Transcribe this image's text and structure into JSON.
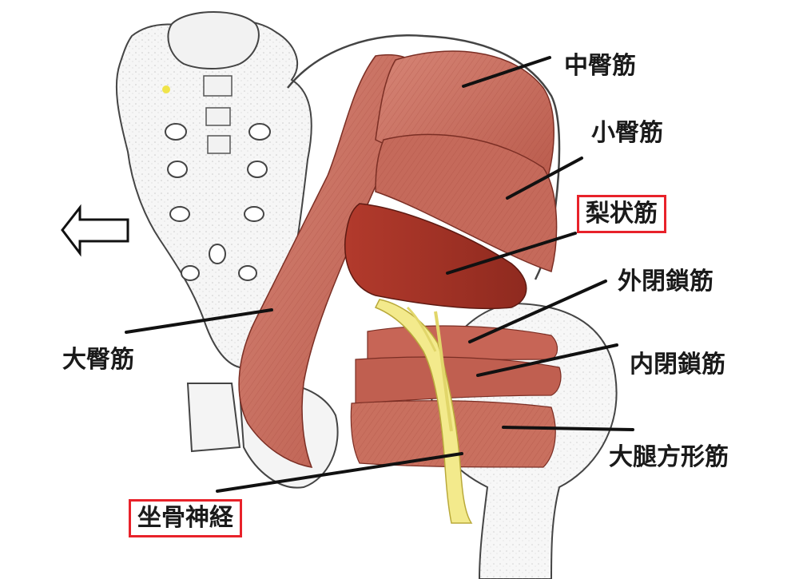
{
  "labels": {
    "gluteus_medius": "中臀筋",
    "gluteus_minimus": "小臀筋",
    "piriformis": "梨状筋",
    "obturator_externus": "外閉鎖筋",
    "gluteus_maximus": "大臀筋",
    "obturator_internus": "内閉鎖筋",
    "quadratus_femoris": "大腿方形筋",
    "sciatic_nerve": "坐骨神経"
  },
  "icons": {
    "direction_arrow": "left-arrow-icon"
  },
  "colors": {
    "highlight_box": "#e8222a",
    "muscle": "#c9705f",
    "muscle_dark": "#a63a2c",
    "nerve": "#f1e88a",
    "bone": "#f4f4f4",
    "leader_line": "#111111"
  }
}
